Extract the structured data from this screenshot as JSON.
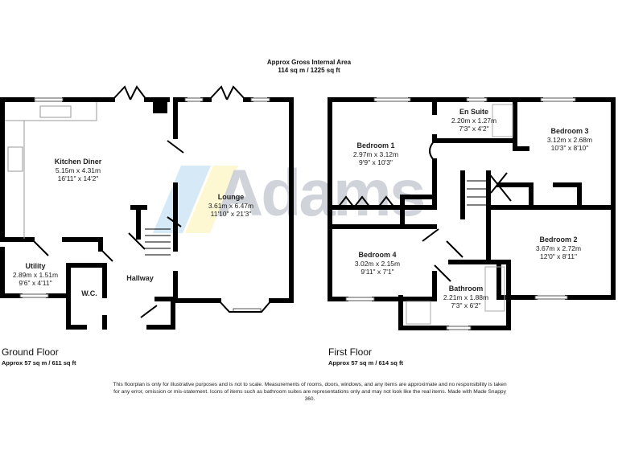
{
  "header": {
    "title": "Approx Gross Internal Area",
    "area": "114 sq m / 1225 sq ft"
  },
  "watermark": {
    "text": "Adams",
    "colors": {
      "blue": "#d5e9f7",
      "yellow": "#fdf7d2",
      "grey": "#c8ccd3"
    }
  },
  "floors": [
    {
      "name": "Ground Floor",
      "area": "Approx 57 sq m / 611 sq ft",
      "rooms": [
        {
          "name": "Kitchen Diner",
          "metric": "5.15m x 4.31m",
          "imperial": "16'11\" x 14'2\""
        },
        {
          "name": "Lounge",
          "metric": "3.61m x 6.47m",
          "imperial": "11'10\" x 21'3\""
        },
        {
          "name": "Utility",
          "metric": "2.89m x 1.51m",
          "imperial": "9'6\" x 4'11\""
        },
        {
          "name": "W.C.",
          "metric": "",
          "imperial": ""
        },
        {
          "name": "Hallway",
          "metric": "",
          "imperial": ""
        }
      ]
    },
    {
      "name": "First Floor",
      "area": "Approx 57 sq m / 614 sq ft",
      "rooms": [
        {
          "name": "Bedroom 1",
          "metric": "2.97m x 3.12m",
          "imperial": "9'9\" x 10'3\""
        },
        {
          "name": "En Suite",
          "metric": "2.20m x 1.27m",
          "imperial": "7'3\" x 4'2\""
        },
        {
          "name": "Bedroom 3",
          "metric": "3.12m x 2.68m",
          "imperial": "10'3\" x 8'10\""
        },
        {
          "name": "Bedroom 2",
          "metric": "3.67m x 2.72m",
          "imperial": "12'0\" x 8'11\""
        },
        {
          "name": "Bedroom 4",
          "metric": "3.02m x 2.15m",
          "imperial": "9'11\" x 7'1\""
        },
        {
          "name": "Bathroom",
          "metric": "2.21m x 1.88m",
          "imperial": "7'3\" x 6'2\""
        }
      ]
    }
  ],
  "disclaimer": "This floorplan is only for illustrative purposes and is not to scale. Measurements of rooms, doors, windows, and any items are approximate and no responsibility is taken for any error, omission or mis-statement. Icons of items such as bathroom suites are representations only and may not look like the real items. Made with Made Snappy 360."
}
